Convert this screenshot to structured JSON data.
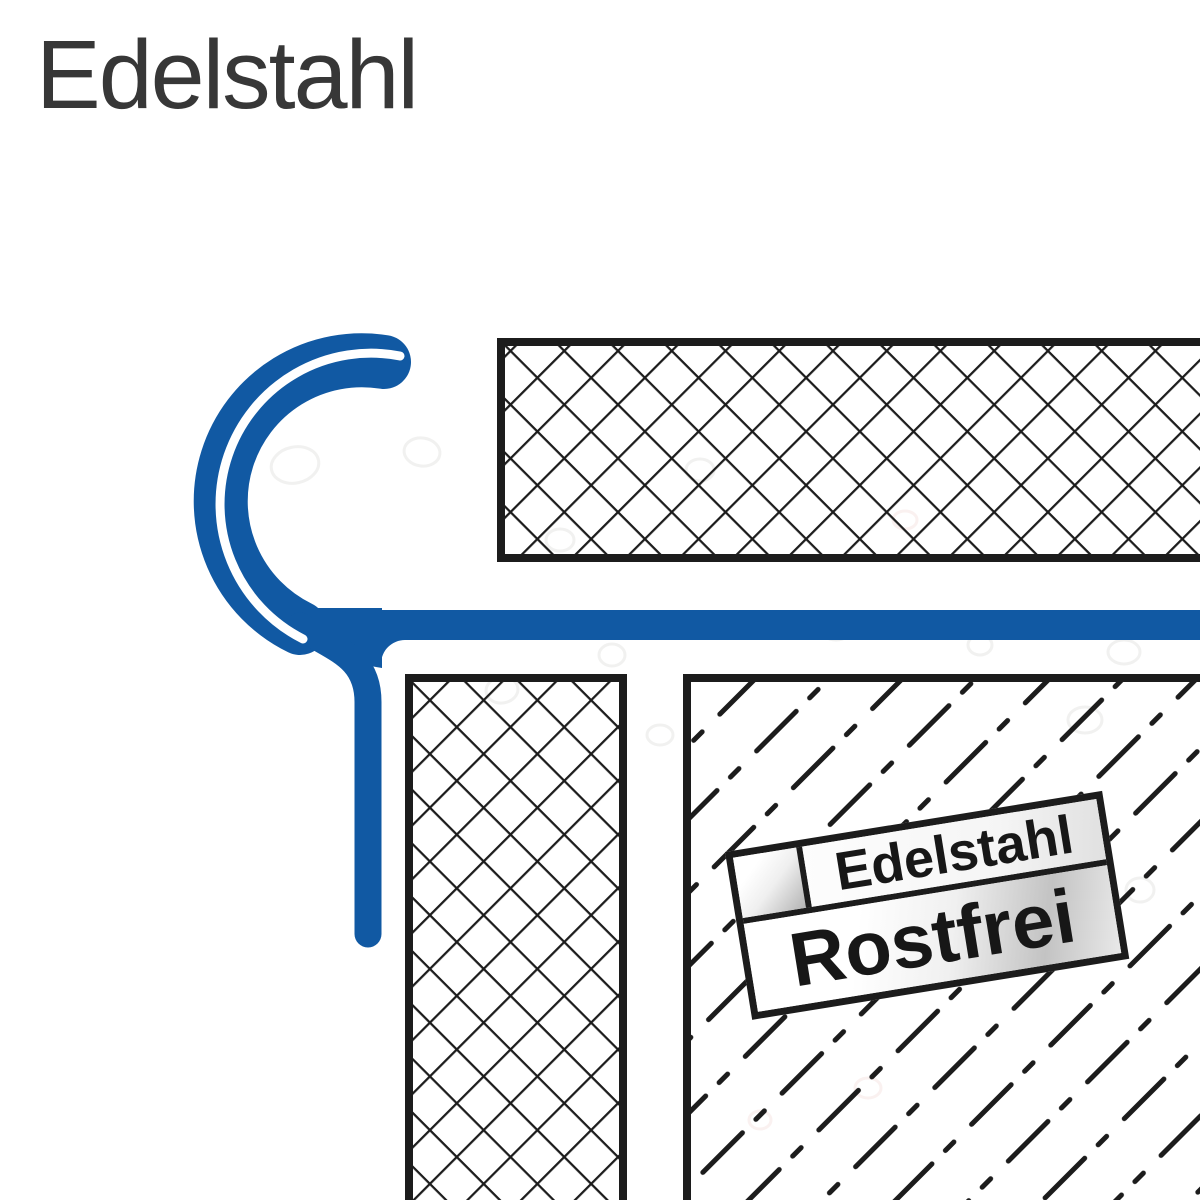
{
  "title": {
    "text": "Edelstahl"
  },
  "seal": {
    "line1": "Edelstahl",
    "line2": "Rostfrei",
    "rotation_deg": -9.2
  },
  "colors": {
    "profile_blue": "#1159A3",
    "line_black": "#1c1c1c",
    "title_gray": "#373737",
    "seal_silver": "#c3c3c3"
  },
  "diagram": {
    "type": "technical-cross-section",
    "subject": "stainless-steel tile edge profile",
    "regions": [
      {
        "name": "rounded-edge-profile",
        "style": "solid blue profile with inner white score line"
      },
      {
        "name": "tile-top",
        "style": "diamond cross-hatch, 45deg lattice"
      },
      {
        "name": "tile-side",
        "style": "diamond cross-hatch, 45deg lattice"
      },
      {
        "name": "substrate-body",
        "style": "diagonal dash-dot hatch"
      },
      {
        "name": "edelstahl-rostfrei-seal",
        "style": "rotated metallic stamp"
      }
    ]
  }
}
